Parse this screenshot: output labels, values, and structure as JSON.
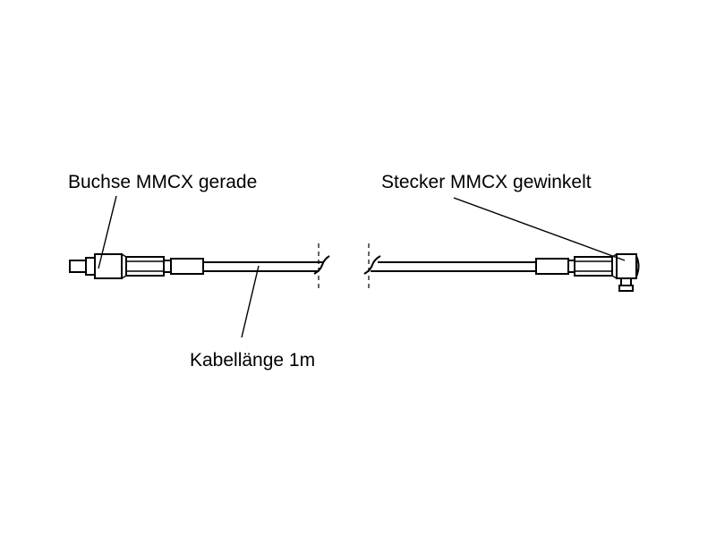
{
  "labels": {
    "left_connector": "Buchse MMCX gerade",
    "right_connector": "Stecker MMCX gewinkelt",
    "cable_length": "Kabellänge 1m"
  },
  "colors": {
    "line": "#000000",
    "background": "#ffffff"
  }
}
